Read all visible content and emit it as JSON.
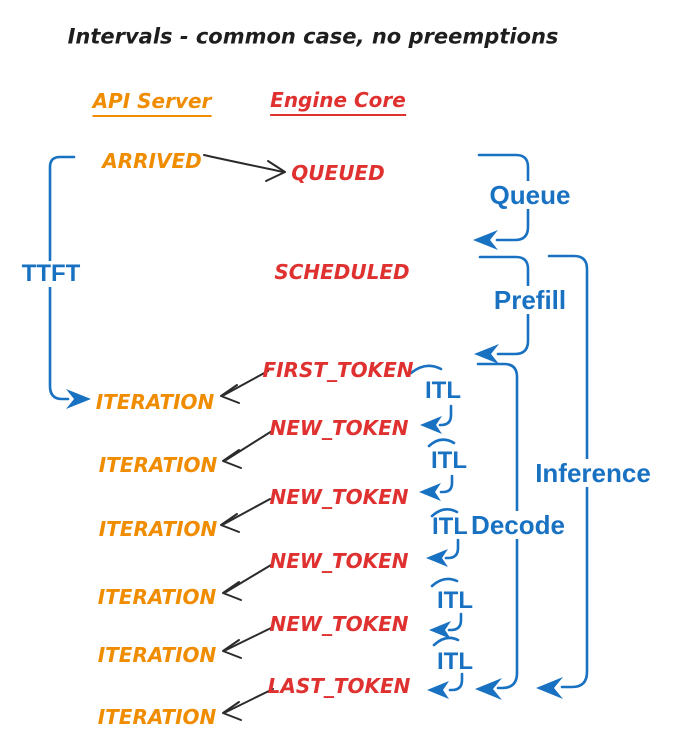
{
  "title": "Intervals - common case, no preemptions",
  "columns": {
    "api_server": "API Server",
    "engine_core": "Engine Core"
  },
  "api": {
    "arrived": "ARRIVED",
    "iterations": [
      "ITERATION",
      "ITERATION",
      "ITERATION",
      "ITERATION",
      "ITERATION",
      "ITERATION"
    ]
  },
  "engine": {
    "queued": "QUEUED",
    "scheduled": "SCHEDULED",
    "first_token": "FIRST_TOKEN",
    "new_tokens": [
      "NEW_TOKEN",
      "NEW_TOKEN",
      "NEW_TOKEN",
      "NEW_TOKEN"
    ],
    "last_token": "LAST_TOKEN"
  },
  "intervals": {
    "ttft": "TTFT",
    "queue": "Queue",
    "prefill": "Prefill",
    "decode": "Decode",
    "inference": "Inference",
    "itl": [
      "ITL",
      "ITL",
      "ITL",
      "ITL",
      "ITL"
    ]
  },
  "colors": {
    "api_orange": "#f08c00",
    "engine_red": "#e03131",
    "interval_blue": "#1971c2",
    "ink_black": "#1e1e1e",
    "background": "#ffffff"
  }
}
